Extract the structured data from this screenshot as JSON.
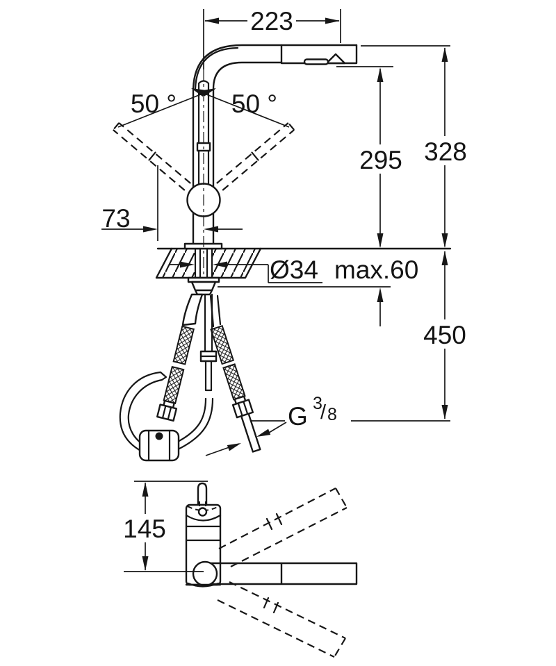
{
  "page": {
    "background": "#ffffff",
    "line_color": "#171717",
    "description": "Faucet installation dimension drawing"
  },
  "drawing": {
    "labels": {
      "spout_reach": "223",
      "angle_left": "50 °",
      "angle_right": "50 °",
      "height_to_spout": "295",
      "height_total": "328",
      "handle_offset": "73",
      "hole_diameter": "Ø34",
      "max_counter_thickness": "max.60",
      "height_below_counter": "450",
      "thread_letter": "G",
      "thread_numerator": "3",
      "thread_slash": "/",
      "thread_denominator": "8",
      "base_height": "145"
    }
  }
}
